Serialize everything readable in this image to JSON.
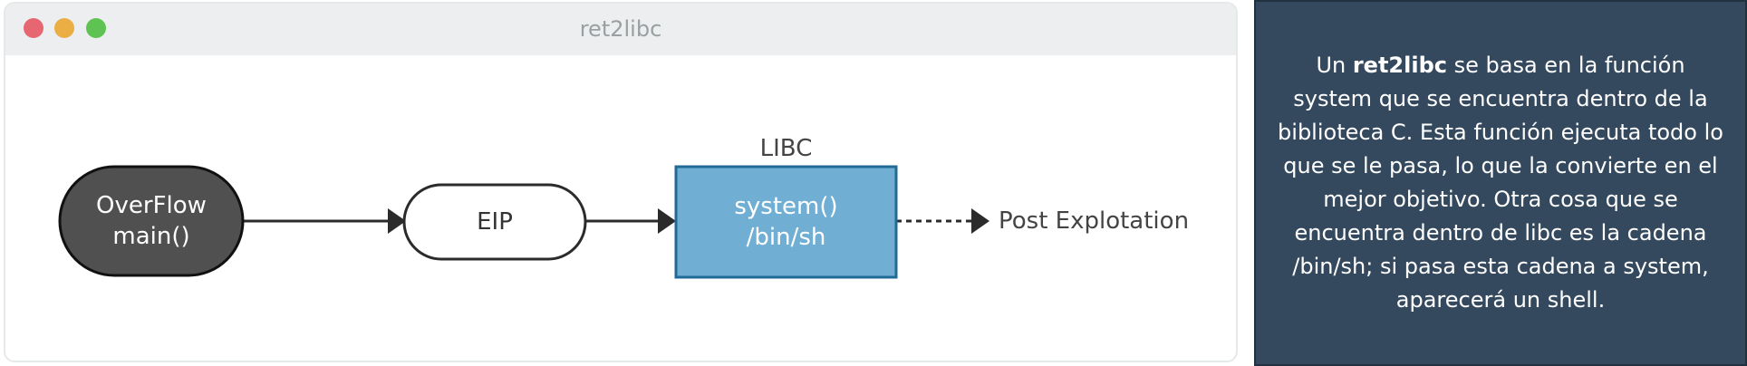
{
  "window": {
    "title": "ret2libc"
  },
  "diagram": {
    "nodes": {
      "overflow": {
        "line1": "OverFlow",
        "line2": "main()"
      },
      "eip": {
        "label": "EIP"
      },
      "libc": {
        "group_label": "LIBC",
        "line1": "system()",
        "line2": "/bin/sh"
      },
      "post": {
        "label": "Post Explotation"
      }
    },
    "edges": [
      {
        "from": "overflow",
        "to": "eip",
        "style": "solid"
      },
      {
        "from": "eip",
        "to": "libc",
        "style": "solid"
      },
      {
        "from": "libc",
        "to": "post",
        "style": "dashed"
      }
    ]
  },
  "description": {
    "pre": "Un ",
    "bold": "ret2libc",
    "post": " se basa en la función system que se encuentra dentro de la biblioteca C. Esta función ejecuta todo lo que se le pasa, lo que la convierte en el mejor objetivo. Otra cosa que se encuentra dentro de libc es la cadena /bin/sh; si pasa esta cadena a system, aparecerá un shell."
  },
  "colors": {
    "overflow_fill": "#505050",
    "libc_fill": "#70afd3",
    "libc_stroke": "#1f6a97",
    "panel_bg": "#34495e"
  }
}
